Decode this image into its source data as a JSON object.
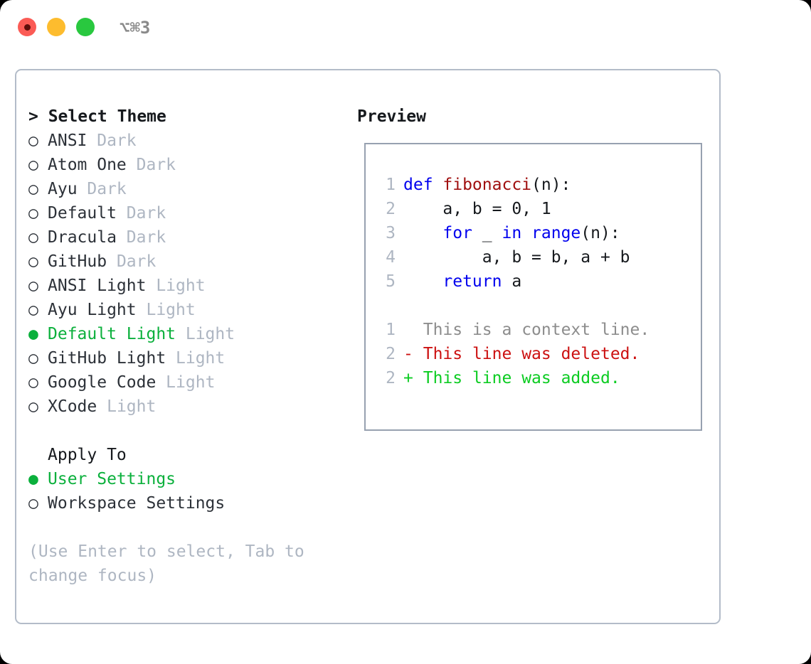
{
  "titlebar": {
    "lights": [
      {
        "name": "close",
        "color": "#fb5b55",
        "recording": true
      },
      {
        "name": "minimize",
        "color": "#fdbc2e",
        "recording": false
      },
      {
        "name": "zoom",
        "color": "#29c83f",
        "recording": false
      }
    ],
    "shortcut": "⌥⌘3"
  },
  "theme_section": {
    "header": "> Select Theme",
    "items": [
      {
        "marker": "○",
        "label": "ANSI",
        "tag": "Dark",
        "selected": false
      },
      {
        "marker": "○",
        "label": "Atom One",
        "tag": "Dark",
        "selected": false
      },
      {
        "marker": "○",
        "label": "Ayu",
        "tag": "Dark",
        "selected": false
      },
      {
        "marker": "○",
        "label": "Default",
        "tag": "Dark",
        "selected": false
      },
      {
        "marker": "○",
        "label": "Dracula",
        "tag": "Dark",
        "selected": false
      },
      {
        "marker": "○",
        "label": "GitHub",
        "tag": "Dark",
        "selected": false
      },
      {
        "marker": "○",
        "label": "ANSI Light",
        "tag": "Light",
        "selected": false
      },
      {
        "marker": "○",
        "label": "Ayu Light",
        "tag": "Light",
        "selected": false
      },
      {
        "marker": "●",
        "label": "Default Light",
        "tag": "Light",
        "selected": true
      },
      {
        "marker": "○",
        "label": "GitHub Light",
        "tag": "Light",
        "selected": false
      },
      {
        "marker": "○",
        "label": "Google Code",
        "tag": "Light",
        "selected": false
      },
      {
        "marker": "○",
        "label": "XCode",
        "tag": "Light",
        "selected": false
      }
    ]
  },
  "apply_section": {
    "header": "Apply To",
    "items": [
      {
        "marker": "●",
        "label": "User Settings",
        "selected": true
      },
      {
        "marker": "○",
        "label": "Workspace Settings",
        "selected": false
      }
    ]
  },
  "hint": "(Use Enter to select, Tab to change focus)",
  "preview": {
    "title": "Preview",
    "code_lines": [
      {
        "no": "1",
        "tokens": [
          {
            "t": "def ",
            "c": "kw"
          },
          {
            "t": "fibonacci",
            "c": "fn"
          },
          {
            "t": "(n):",
            "c": "txt"
          }
        ]
      },
      {
        "no": "2",
        "tokens": [
          {
            "t": "    a, b = 0, 1",
            "c": "txt"
          }
        ]
      },
      {
        "no": "3",
        "tokens": [
          {
            "t": "    ",
            "c": "txt"
          },
          {
            "t": "for",
            "c": "kw"
          },
          {
            "t": " _ ",
            "c": "txt"
          },
          {
            "t": "in range",
            "c": "kw"
          },
          {
            "t": "(n):",
            "c": "txt"
          }
        ]
      },
      {
        "no": "4",
        "tokens": [
          {
            "t": "        a, b = b, a + b",
            "c": "txt"
          }
        ]
      },
      {
        "no": "5",
        "tokens": [
          {
            "t": "    ",
            "c": "txt"
          },
          {
            "t": "return",
            "c": "kw"
          },
          {
            "t": " a",
            "c": "txt"
          }
        ]
      }
    ],
    "diff_lines": [
      {
        "no": "1",
        "sign": " ",
        "text": "This is a context line.",
        "kind": "ctx"
      },
      {
        "no": "2",
        "sign": "-",
        "text": "This line was deleted.",
        "kind": "del"
      },
      {
        "no": "2",
        "sign": "+",
        "text": "This line was added.",
        "kind": "add"
      }
    ]
  },
  "colors": {
    "accent_green": "#0bb03c",
    "muted": "#aeb6c2",
    "text": "#2c3138",
    "keyword_blue": "#0000ee",
    "function_red": "#a01010",
    "diff_add": "#0ccc22",
    "diff_del": "#cc1111",
    "border": "#97a1b0"
  }
}
